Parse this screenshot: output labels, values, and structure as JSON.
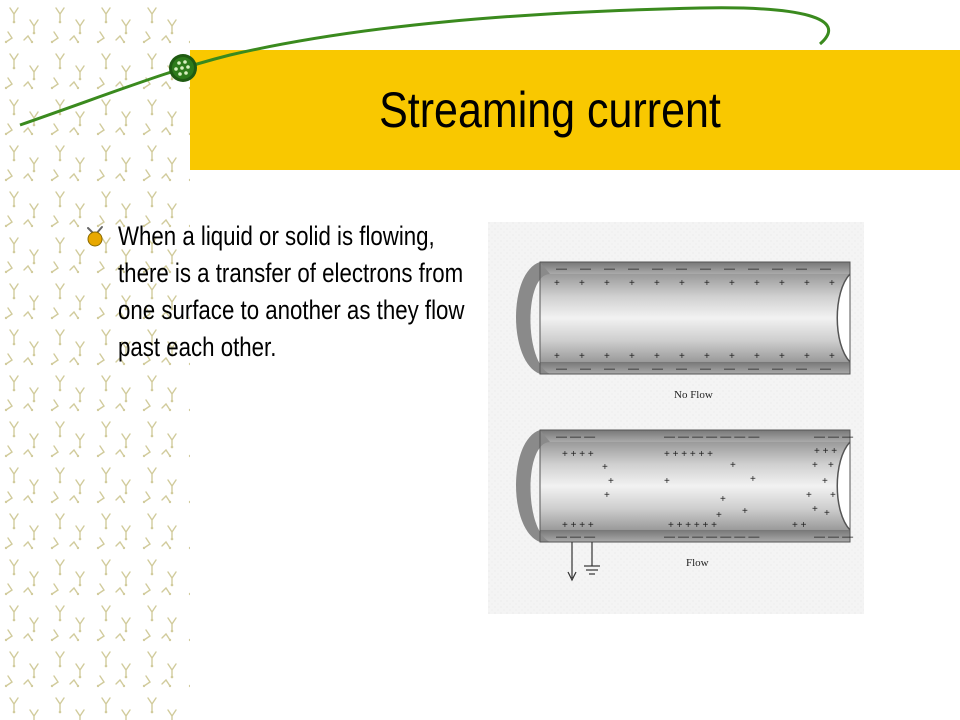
{
  "slide": {
    "title": "Streaming current",
    "bullet_text": "When a liquid or solid is flowing, there is a transfer of electrons from one surface to another as they flow past each other."
  },
  "figure": {
    "top_caption": "No Flow",
    "bottom_caption": "Flow"
  },
  "colors": {
    "title_bar": "#f9c800",
    "swoosh": "#3a8a1e",
    "bullet_accent": "#e8a800"
  }
}
